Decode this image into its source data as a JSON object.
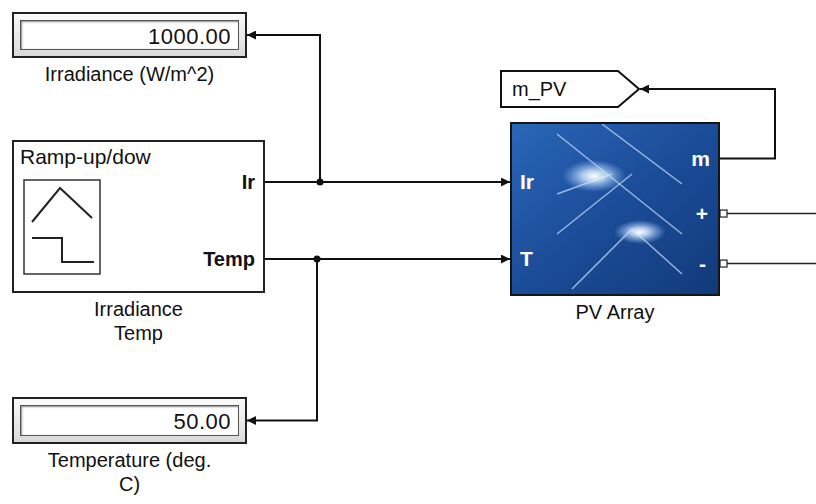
{
  "diagram": {
    "nodes": [
      {
        "text": [
          "1000.00",
          "Irradiance (W/m^2)"
        ]
      },
      {
        "text": [
          "Ramp-up/dow",
          "Ir",
          "Temp",
          "Irradiance Temp"
        ]
      },
      {
        "text": [
          "50.00",
          "Temperature (deg. C)"
        ]
      },
      {
        "text": [
          "Ir",
          "T",
          "m",
          "+",
          "-",
          "PV Array"
        ]
      },
      {
        "text": [
          "m_PV"
        ]
      }
    ],
    "edges": [
      {
        "from": 1,
        "to": 3,
        "arrow": "to"
      },
      {
        "from": 1,
        "to": 0,
        "arrow": "to"
      },
      {
        "from": 1,
        "to": 3,
        "arrow": "to"
      },
      {
        "from": 1,
        "to": 2,
        "arrow": "to"
      },
      {
        "from": 3,
        "to": 4,
        "arrow": "to"
      }
    ]
  }
}
